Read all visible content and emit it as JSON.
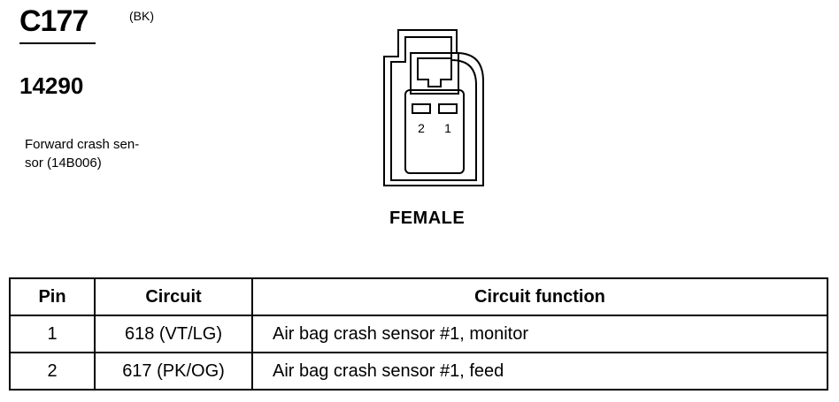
{
  "connector": {
    "id": "C177",
    "color": "(BK)",
    "part_number": "14290",
    "description": "Forward crash sen-sor (14B006)",
    "description_lines": [
      "Forward crash sen-",
      "sor (14B006)"
    ],
    "gender": "FEMALE",
    "face_pin_labels": [
      "2",
      "1"
    ]
  },
  "table": {
    "headers": [
      "Pin",
      "Circuit",
      "Circuit function"
    ],
    "rows": [
      {
        "pin": "1",
        "circuit": "618 (VT/LG)",
        "function": "Air bag crash sensor #1, monitor"
      },
      {
        "pin": "2",
        "circuit": "617 (PK/OG)",
        "function": "Air bag crash sensor #1, feed"
      }
    ]
  }
}
